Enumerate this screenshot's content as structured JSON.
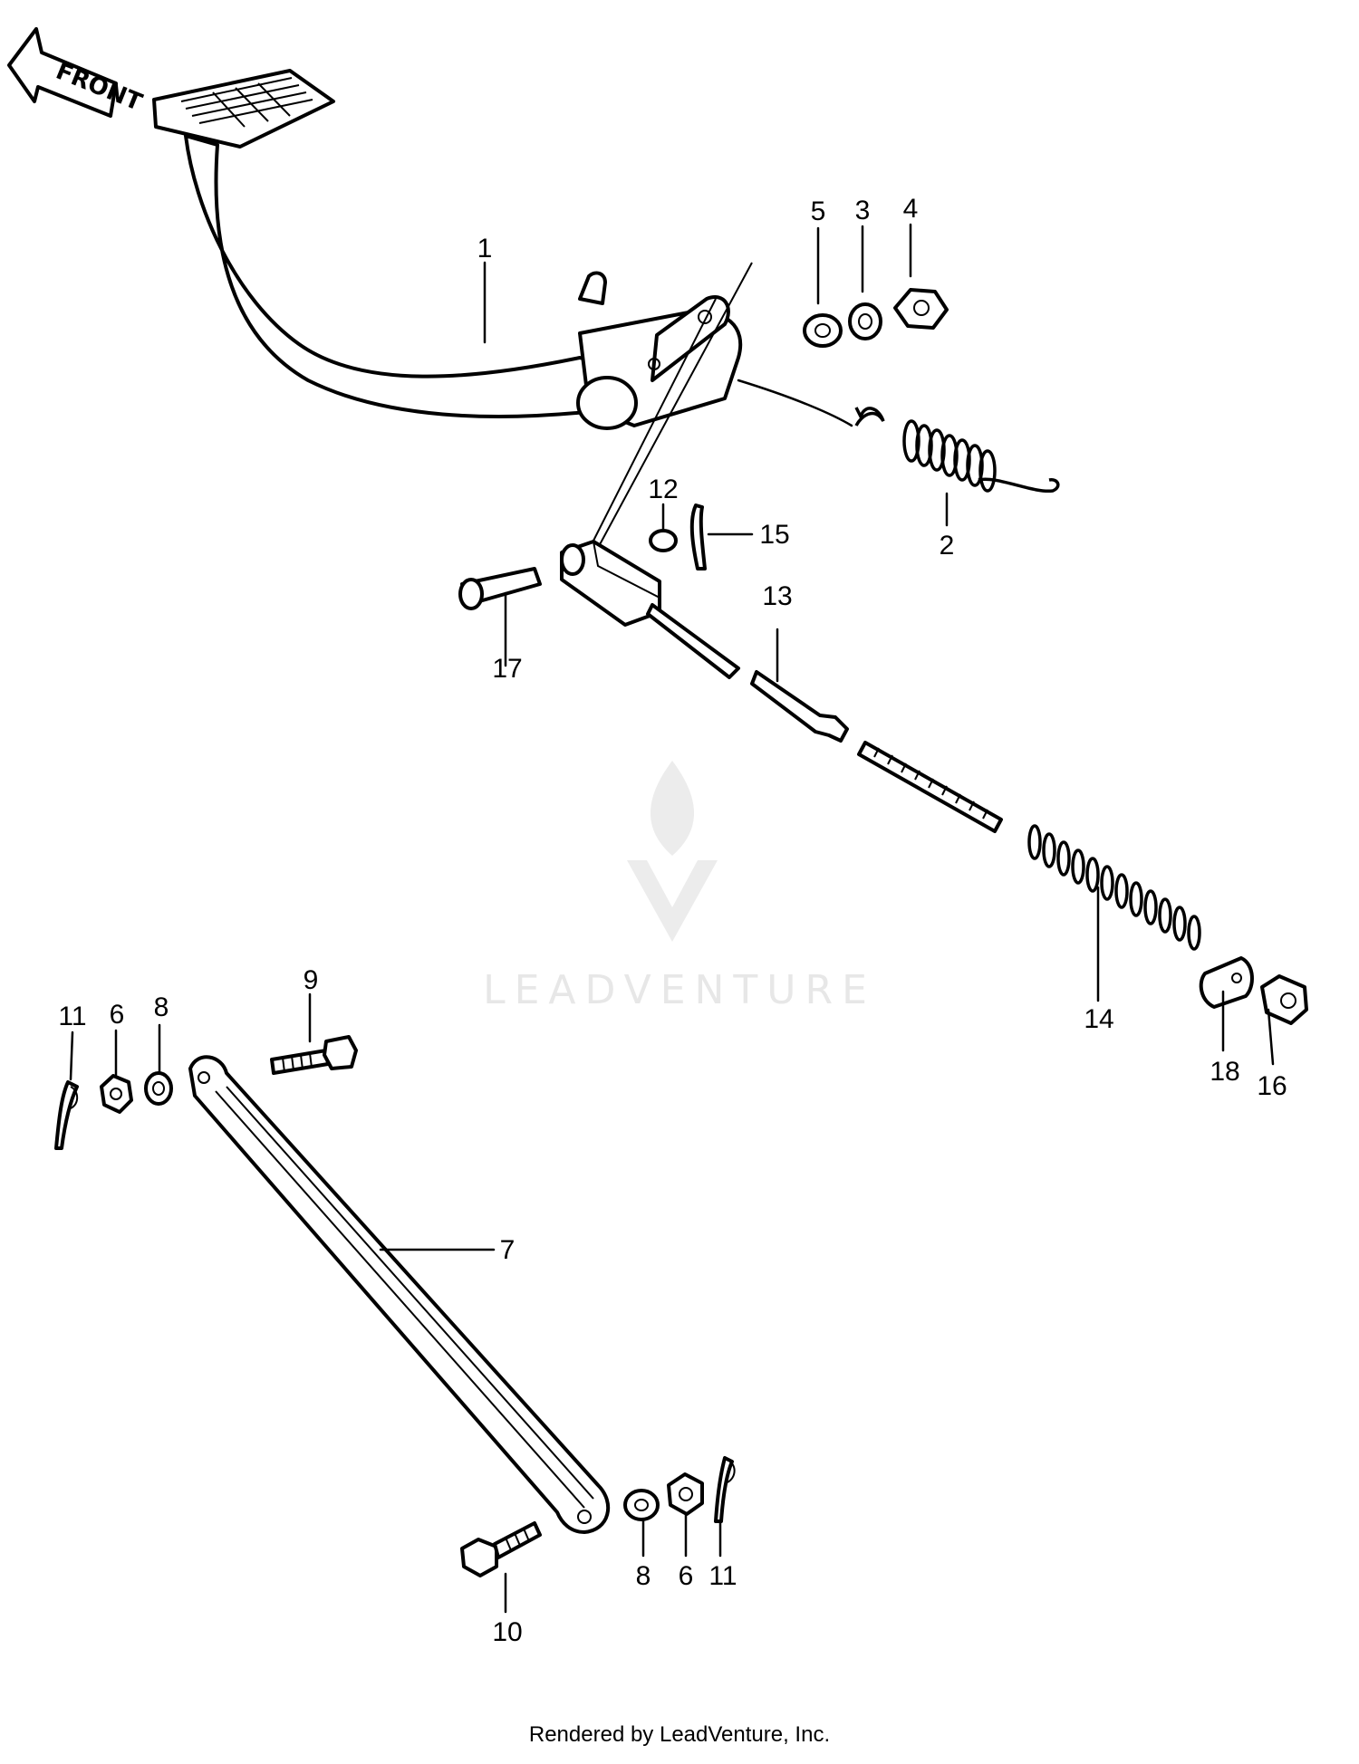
{
  "front_arrow_label": "FRONT",
  "watermark_text": "LEADVENTURE",
  "footer_text": "Rendered by LeadVenture, Inc.",
  "callouts": {
    "p1": "1",
    "p2": "2",
    "p3": "3",
    "p4": "4",
    "p5": "5",
    "p6a": "6",
    "p6b": "6",
    "p7": "7",
    "p8a": "8",
    "p8b": "8",
    "p9": "9",
    "p10": "10",
    "p11a": "11",
    "p11b": "11",
    "p12": "12",
    "p13": "13",
    "p14": "14",
    "p15": "15",
    "p16": "16",
    "p17": "17",
    "p18": "18"
  },
  "colors": {
    "line": "#000000",
    "watermark": "#e7e7e7",
    "background": "#ffffff"
  }
}
